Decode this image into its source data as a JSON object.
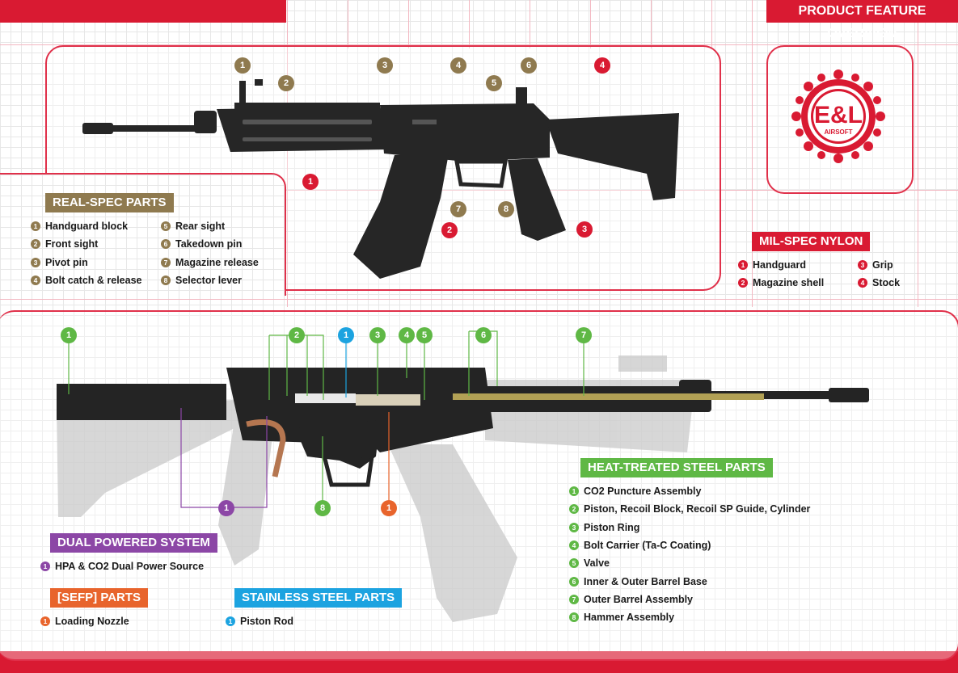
{
  "title": "PRODUCT FEATURE OVERVIEW",
  "colors": {
    "red": "#d91a32",
    "gold": "#8f7a4f",
    "green": "#5fb845",
    "purple": "#8c47a6",
    "orange": "#e8642c",
    "blue": "#1ca3e0"
  },
  "logo": {
    "main": "E&L",
    "sub": "AIRSOFT"
  },
  "real_spec": {
    "header": "REAL-SPEC PARTS",
    "left_items": [
      {
        "n": "1",
        "label": "Handguard block"
      },
      {
        "n": "2",
        "label": "Front sight"
      },
      {
        "n": "3",
        "label": "Pivot pin"
      },
      {
        "n": "4",
        "label": "Bolt catch & release"
      }
    ],
    "right_items": [
      {
        "n": "5",
        "label": "Rear sight"
      },
      {
        "n": "6",
        "label": "Takedown pin"
      },
      {
        "n": "7",
        "label": "Magazine release"
      },
      {
        "n": "8",
        "label": "Selector lever"
      }
    ]
  },
  "mil_spec": {
    "header": "MIL-SPEC NYLON",
    "left_items": [
      {
        "n": "1",
        "label": "Handguard"
      },
      {
        "n": "2",
        "label": "Magazine shell"
      }
    ],
    "right_items": [
      {
        "n": "3",
        "label": "Grip"
      },
      {
        "n": "4",
        "label": "Stock"
      }
    ]
  },
  "heat_treated": {
    "header": "HEAT-TREATED STEEL PARTS",
    "items": [
      {
        "n": "1",
        "label": "CO2 Puncture  Assembly"
      },
      {
        "n": "2",
        "label": "Piston, Recoil Block, Recoil SP Guide, Cylinder"
      },
      {
        "n": "3",
        "label": "Piston Ring"
      },
      {
        "n": "4",
        "label": "Bolt Carrier (Ta-C Coating)"
      },
      {
        "n": "5",
        "label": "Valve"
      },
      {
        "n": "6",
        "label": "Inner & Outer Barrel Base"
      },
      {
        "n": "7",
        "label": "Outer Barrel Assembly"
      },
      {
        "n": "8",
        "label": "Hammer Assembly"
      }
    ]
  },
  "dual_power": {
    "header": "DUAL POWERED SYSTEM",
    "items": [
      {
        "n": "1",
        "label": "HPA & CO2 Dual Power Source"
      }
    ]
  },
  "sefp": {
    "header": "[SEFP] PARTS",
    "items": [
      {
        "n": "1",
        "label": "Loading Nozzle"
      }
    ]
  },
  "stainless": {
    "header": "STAINLESS STEEL PARTS",
    "items": [
      {
        "n": "1",
        "label": "Piston Rod"
      }
    ]
  },
  "top_callouts": [
    "1",
    "2",
    "3",
    "4",
    "5",
    "6",
    "4",
    "1",
    "2",
    "7",
    "8",
    "3"
  ],
  "cutaway_callouts": [
    "1",
    "2",
    "1",
    "3",
    "4",
    "5",
    "6",
    "7",
    "1",
    "8",
    "1"
  ]
}
